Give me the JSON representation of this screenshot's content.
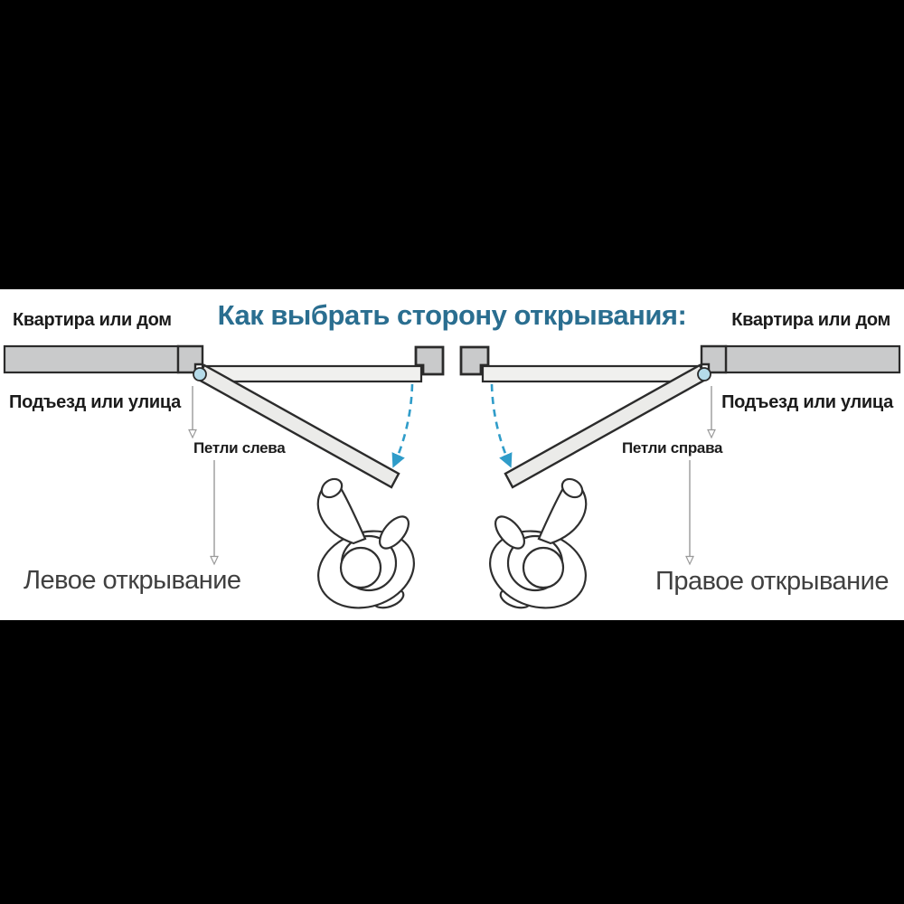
{
  "title": "Как выбрать сторону открывания:",
  "left": {
    "inside_label": "Квартира или дом",
    "outside_label": "Подъезд или улица",
    "hinge_label": "Петли слева",
    "opening_label": "Левое открывание"
  },
  "right": {
    "inside_label": "Квартира или дом",
    "outside_label": "Подъезд или улица",
    "hinge_label": "Петли справа",
    "opening_label": "Правое открывание"
  },
  "colors": {
    "title": "#2a6e90",
    "swing_arrow": "#2f9cc9",
    "wall_fill": "#c9cacb",
    "door_fill": "#f0f0ee",
    "open_door_fill": "#ebebe9",
    "hinge_fill": "#b5dbe9",
    "outline": "#2b2b2b",
    "guide_arrow": "#9a9a9a",
    "label_dark": "#1b1b1b",
    "opening_text": "#404040",
    "letterbox": "#000000",
    "canvas": "#ffffff"
  }
}
